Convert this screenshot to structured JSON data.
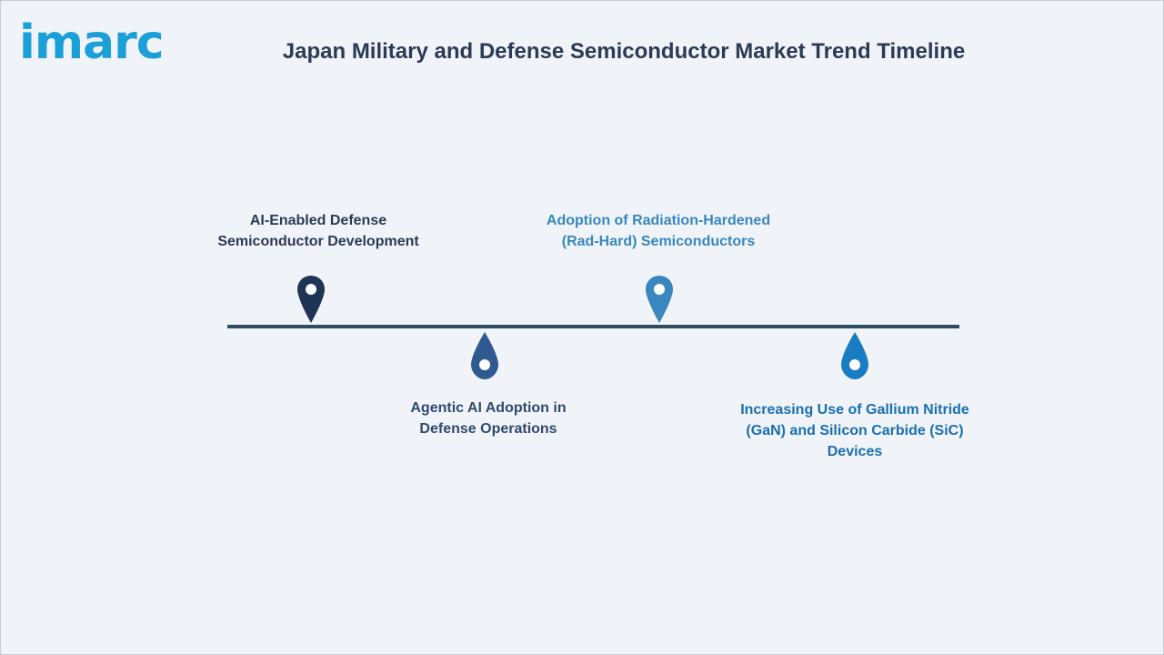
{
  "header": {
    "logo_text": "imarc",
    "title": "Japan Military and Defense Semiconductor Market Trend Timeline"
  },
  "colors": {
    "background": "#f0f4f9",
    "line": "#2e4d60",
    "pin1": "#1e3556",
    "pin2": "#2f5a91",
    "pin3": "#3a86bf",
    "pin4": "#1a7cc2",
    "logo": "#1aa0d6"
  },
  "timeline": {
    "items": [
      {
        "lines": [
          "AI-Enabled Defense",
          "Semiconductor Development"
        ],
        "color": "#2b3a55",
        "icon": "map-pin-icon"
      },
      {
        "lines": [
          "Agentic AI Adoption in",
          "Defense Operations"
        ],
        "color": "#2f4a6e",
        "icon": "drop-pin-icon"
      },
      {
        "lines": [
          "Adoption of Radiation-Hardened",
          "(Rad-Hard) Semiconductors"
        ],
        "color": "#3a86bf",
        "icon": "map-pin-icon"
      },
      {
        "lines": [
          "Increasing Use of Gallium Nitride",
          "(GaN) and Silicon Carbide (SiC)",
          "Devices"
        ],
        "color": "#1a6fb0",
        "icon": "drop-pin-icon"
      }
    ]
  }
}
